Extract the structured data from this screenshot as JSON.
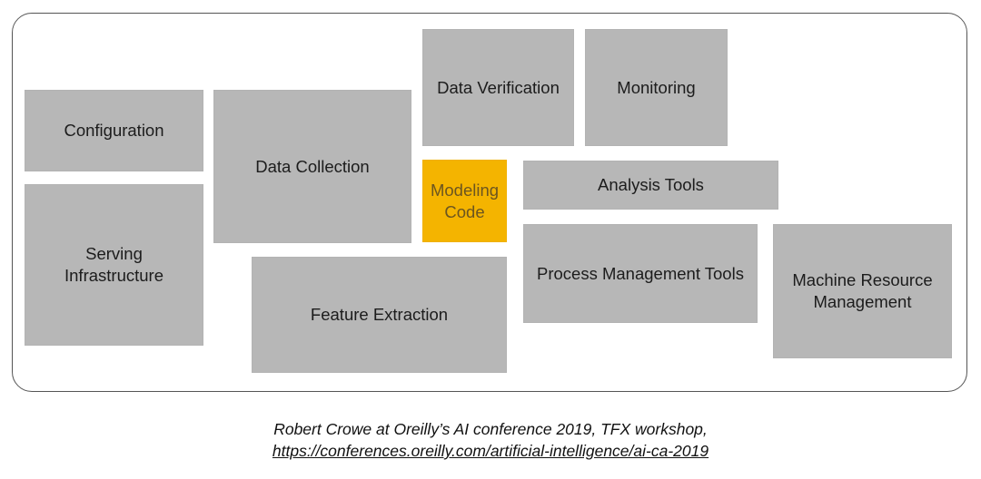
{
  "diagram": {
    "boxes": {
      "configuration": "Configuration",
      "serving_infrastructure": "Serving\nInfrastructure",
      "data_collection": "Data Collection",
      "data_verification": "Data Verification",
      "monitoring": "Monitoring",
      "modeling_code": "Modeling\nCode",
      "analysis_tools": "Analysis Tools",
      "process_management_tools": "Process Management Tools",
      "feature_extraction": "Feature Extraction",
      "machine_resource_management": "Machine Resource\nManagement"
    },
    "colors": {
      "box_fill": "#b7b7b7",
      "highlight_fill": "#f4b400",
      "frame_border": "#555555"
    }
  },
  "caption": {
    "line1": "Robert Crowe at Oreilly’s AI conference 2019, TFX workshop,",
    "link": "https://conferences.oreilly.com/artificial-intelligence/ai-ca-2019"
  }
}
